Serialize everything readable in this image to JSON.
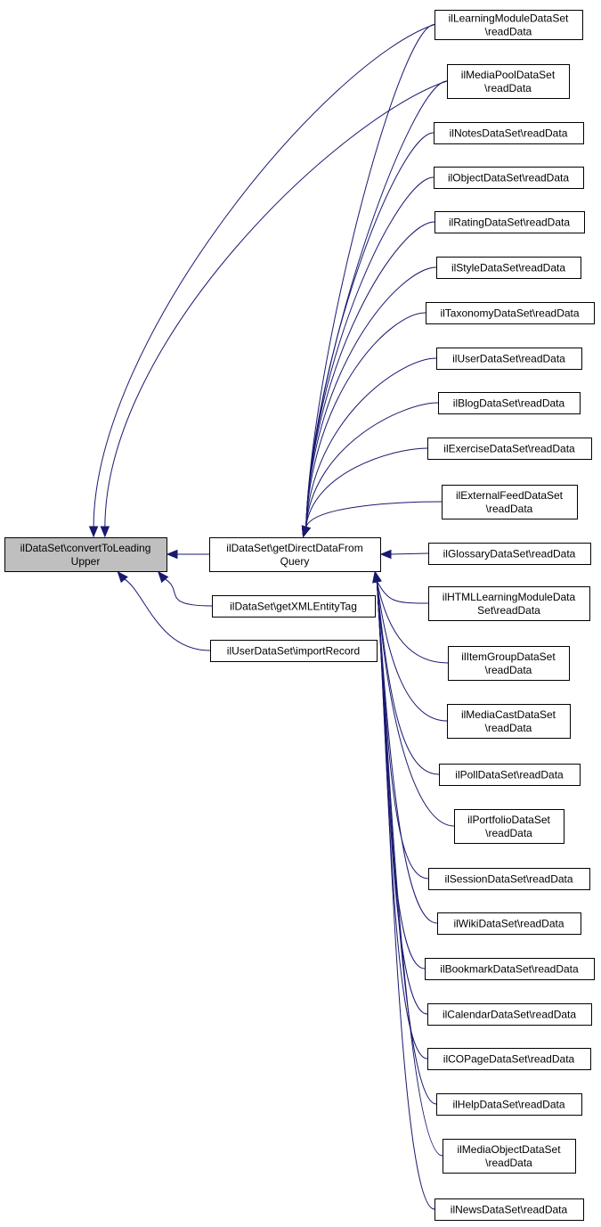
{
  "graph": {
    "root": {
      "id": "root",
      "lines": [
        "ilDataSet\\convertToLeading",
        "Upper"
      ]
    },
    "nodes": [
      {
        "id": "getDirect",
        "lines": [
          "ilDataSet\\getDirectDataFrom",
          "Query"
        ]
      },
      {
        "id": "getXML",
        "lines": [
          "ilDataSet\\getXMLEntityTag"
        ]
      },
      {
        "id": "importRecord",
        "lines": [
          "ilUserDataSet\\importRecord"
        ]
      },
      {
        "id": "lm",
        "lines": [
          "ilLearningModuleDataSet",
          "\\readData"
        ]
      },
      {
        "id": "mep",
        "lines": [
          "ilMediaPoolDataSet",
          "\\readData"
        ]
      },
      {
        "id": "notes",
        "lines": [
          "ilNotesDataSet\\readData"
        ]
      },
      {
        "id": "obj",
        "lines": [
          "ilObjectDataSet\\readData"
        ]
      },
      {
        "id": "rating",
        "lines": [
          "ilRatingDataSet\\readData"
        ]
      },
      {
        "id": "style",
        "lines": [
          "ilStyleDataSet\\readData"
        ]
      },
      {
        "id": "tax",
        "lines": [
          "ilTaxonomyDataSet\\readData"
        ]
      },
      {
        "id": "user",
        "lines": [
          "ilUserDataSet\\readData"
        ]
      },
      {
        "id": "blog",
        "lines": [
          "ilBlogDataSet\\readData"
        ]
      },
      {
        "id": "exc",
        "lines": [
          "ilExerciseDataSet\\readData"
        ]
      },
      {
        "id": "feed",
        "lines": [
          "ilExternalFeedDataSet",
          "\\readData"
        ]
      },
      {
        "id": "glo",
        "lines": [
          "ilGlossaryDataSet\\readData"
        ]
      },
      {
        "id": "htlm",
        "lines": [
          "ilHTMLLearningModuleData",
          "Set\\readData"
        ]
      },
      {
        "id": "itgr",
        "lines": [
          "ilItemGroupDataSet",
          "\\readData"
        ]
      },
      {
        "id": "mcst",
        "lines": [
          "ilMediaCastDataSet",
          "\\readData"
        ]
      },
      {
        "id": "poll",
        "lines": [
          "ilPollDataSet\\readData"
        ]
      },
      {
        "id": "prtf",
        "lines": [
          "ilPortfolioDataSet",
          "\\readData"
        ]
      },
      {
        "id": "sess",
        "lines": [
          "ilSessionDataSet\\readData"
        ]
      },
      {
        "id": "wiki",
        "lines": [
          "ilWikiDataSet\\readData"
        ]
      },
      {
        "id": "bkm",
        "lines": [
          "ilBookmarkDataSet\\readData"
        ]
      },
      {
        "id": "cal",
        "lines": [
          "ilCalendarDataSet\\readData"
        ]
      },
      {
        "id": "copg",
        "lines": [
          "ilCOPageDataSet\\readData"
        ]
      },
      {
        "id": "help",
        "lines": [
          "ilHelpDataSet\\readData"
        ]
      },
      {
        "id": "mob",
        "lines": [
          "ilMediaObjectDataSet",
          "\\readData"
        ]
      },
      {
        "id": "news",
        "lines": [
          "ilNewsDataSet\\readData"
        ]
      }
    ],
    "edges": [
      {
        "from": "getDirect",
        "to": "root"
      },
      {
        "from": "getXML",
        "to": "root"
      },
      {
        "from": "importRecord",
        "to": "root"
      },
      {
        "from": "lm",
        "to": "root"
      },
      {
        "from": "mep",
        "to": "root"
      },
      {
        "from": "lm",
        "to": "getDirect"
      },
      {
        "from": "mep",
        "to": "getDirect"
      },
      {
        "from": "notes",
        "to": "getDirect"
      },
      {
        "from": "obj",
        "to": "getDirect"
      },
      {
        "from": "rating",
        "to": "getDirect"
      },
      {
        "from": "style",
        "to": "getDirect"
      },
      {
        "from": "tax",
        "to": "getDirect"
      },
      {
        "from": "user",
        "to": "getDirect"
      },
      {
        "from": "blog",
        "to": "getDirect"
      },
      {
        "from": "exc",
        "to": "getDirect"
      },
      {
        "from": "feed",
        "to": "getDirect"
      },
      {
        "from": "glo",
        "to": "getDirect"
      },
      {
        "from": "htlm",
        "to": "getDirect"
      },
      {
        "from": "itgr",
        "to": "getDirect"
      },
      {
        "from": "mcst",
        "to": "getDirect"
      },
      {
        "from": "poll",
        "to": "getDirect"
      },
      {
        "from": "prtf",
        "to": "getDirect"
      },
      {
        "from": "sess",
        "to": "getDirect"
      },
      {
        "from": "wiki",
        "to": "getDirect"
      },
      {
        "from": "bkm",
        "to": "getDirect"
      },
      {
        "from": "cal",
        "to": "getDirect"
      },
      {
        "from": "copg",
        "to": "getDirect"
      },
      {
        "from": "help",
        "to": "getDirect"
      },
      {
        "from": "mob",
        "to": "getDirect"
      },
      {
        "from": "news",
        "to": "getDirect"
      }
    ]
  }
}
